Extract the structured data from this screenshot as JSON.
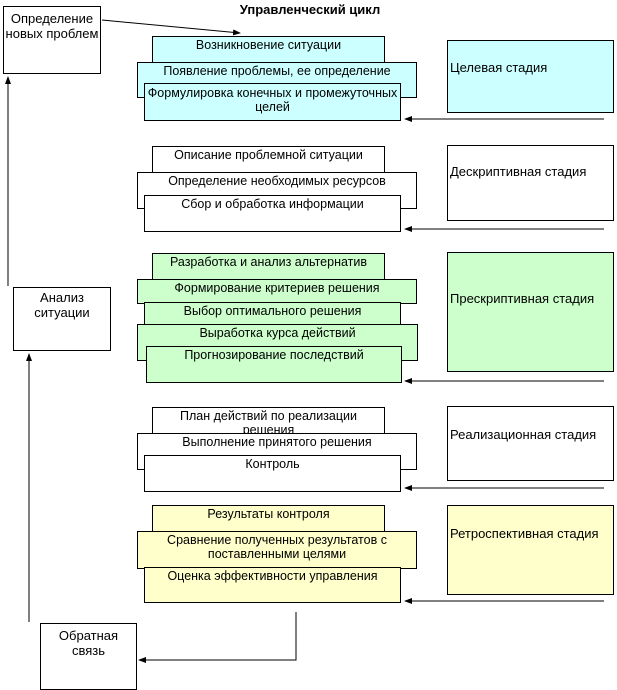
{
  "title": "Управленческий цикл",
  "side": {
    "new_problems": "Определение новых проблем",
    "analysis": "Анализ ситуации",
    "feedback": "Обратная связь"
  },
  "stages": {
    "target": {
      "label": "Целевая стадия",
      "color": "#ccffff",
      "steps": [
        "Возникновение ситуации",
        "Появление проблемы, ее определение",
        "Формулировка конечных и промежуточных целей"
      ]
    },
    "descriptive": {
      "label": "Дескриптивная стадия",
      "color": "#ffffff",
      "steps": [
        "Описание проблемной ситуации",
        "Определение необходимых ресурсов",
        "Сбор и обработка информации"
      ]
    },
    "prescriptive": {
      "label": "Прескриптивная стадия",
      "color": "#ccffcc",
      "steps": [
        "Разработка и анализ альтернатив",
        "Формирование критериев решения",
        "Выбор оптимального решения",
        "Выработка курса действий",
        "Прогнозирование последствий"
      ]
    },
    "realization": {
      "label": "Реализационная стадия",
      "color": "#ffffff",
      "steps": [
        "План действий по реализации решения",
        "Выполнение принятого решения",
        "Контроль"
      ]
    },
    "retrospective": {
      "label": "Ретроспективная стадия",
      "color": "#ffffcc",
      "steps": [
        "Результаты контроля",
        "Сравнение полученных результатов с поставленными целями",
        "Оценка эффективности управления"
      ]
    }
  }
}
